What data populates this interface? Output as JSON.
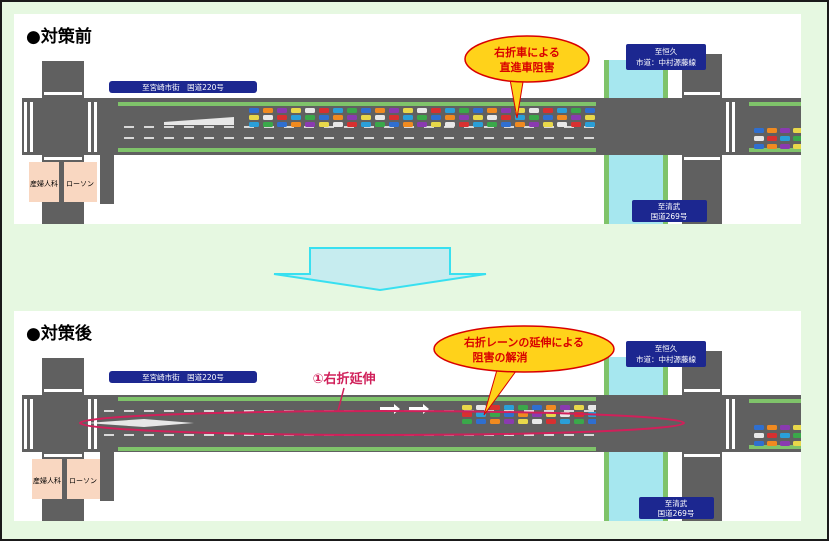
{
  "colors": {
    "background": "#e6f8e1",
    "road": "#606060",
    "median": "#7fc36a",
    "river": "#a6e7ef",
    "callout_fill": "#ffd21a",
    "callout_text": "#d90000",
    "label_box": "#1c2790",
    "shop": "#f9d7c1",
    "arrow_fill": "#c6ecef",
    "arrow_stroke": "#38e0f0",
    "ellipse": "#d0205a"
  },
  "before": {
    "title": "●対策前",
    "road_label": "至宮崎市街　国道220号",
    "callout_line1": "右折車による",
    "callout_line2": "直進車阻害",
    "north_line1": "至恒久",
    "north_line2": "市道：中村源藤線",
    "south_line1": "至清武",
    "south_line2": "国道269号",
    "shop1": "産婦人科",
    "shop2": "ローソン"
  },
  "after": {
    "title": "●対策後",
    "road_label": "至宮崎市街　国道220号",
    "measure_label": "①右折延伸",
    "callout_line1": "右折レーンの延伸による",
    "callout_line2": "阻害の解消",
    "north_line1": "至恒久",
    "north_line2": "市道：中村源藤線",
    "south_line1": "至清武",
    "south_line2": "国道269号",
    "shop1": "産婦人科",
    "shop2": "ローソン"
  }
}
